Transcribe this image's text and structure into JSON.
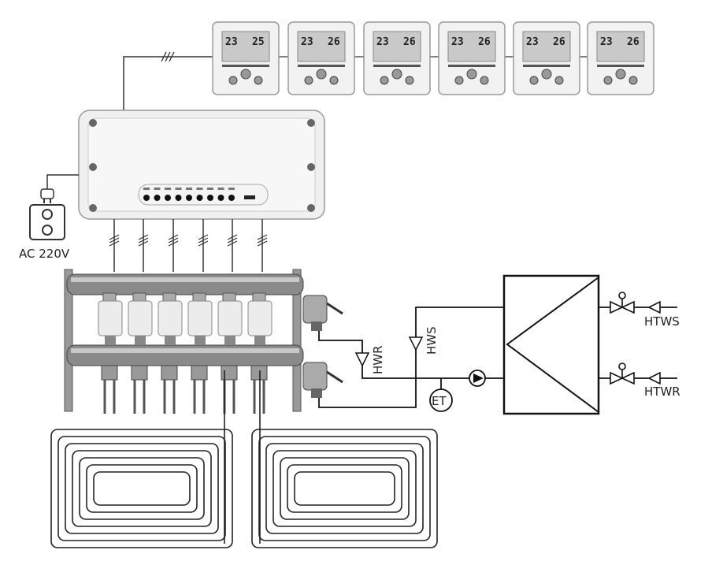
{
  "diagram": {
    "thermostats": [
      {
        "left_temp": "23",
        "right_temp": "25"
      },
      {
        "left_temp": "23",
        "right_temp": "26"
      },
      {
        "left_temp": "23",
        "right_temp": "26"
      },
      {
        "left_temp": "23",
        "right_temp": "26"
      },
      {
        "left_temp": "23",
        "right_temp": "26"
      },
      {
        "left_temp": "23",
        "right_temp": "26"
      }
    ],
    "power_label": "AC 220V",
    "return_label": "HWR",
    "supply_label": "HWS",
    "expansion_tank_label": "ET",
    "heat_source_supply_label": "HTWS",
    "heat_source_return_label": "HTWR",
    "colors": {
      "line": "#1a1a1a",
      "device": "#eeeeee",
      "pipe": "#777777"
    }
  }
}
